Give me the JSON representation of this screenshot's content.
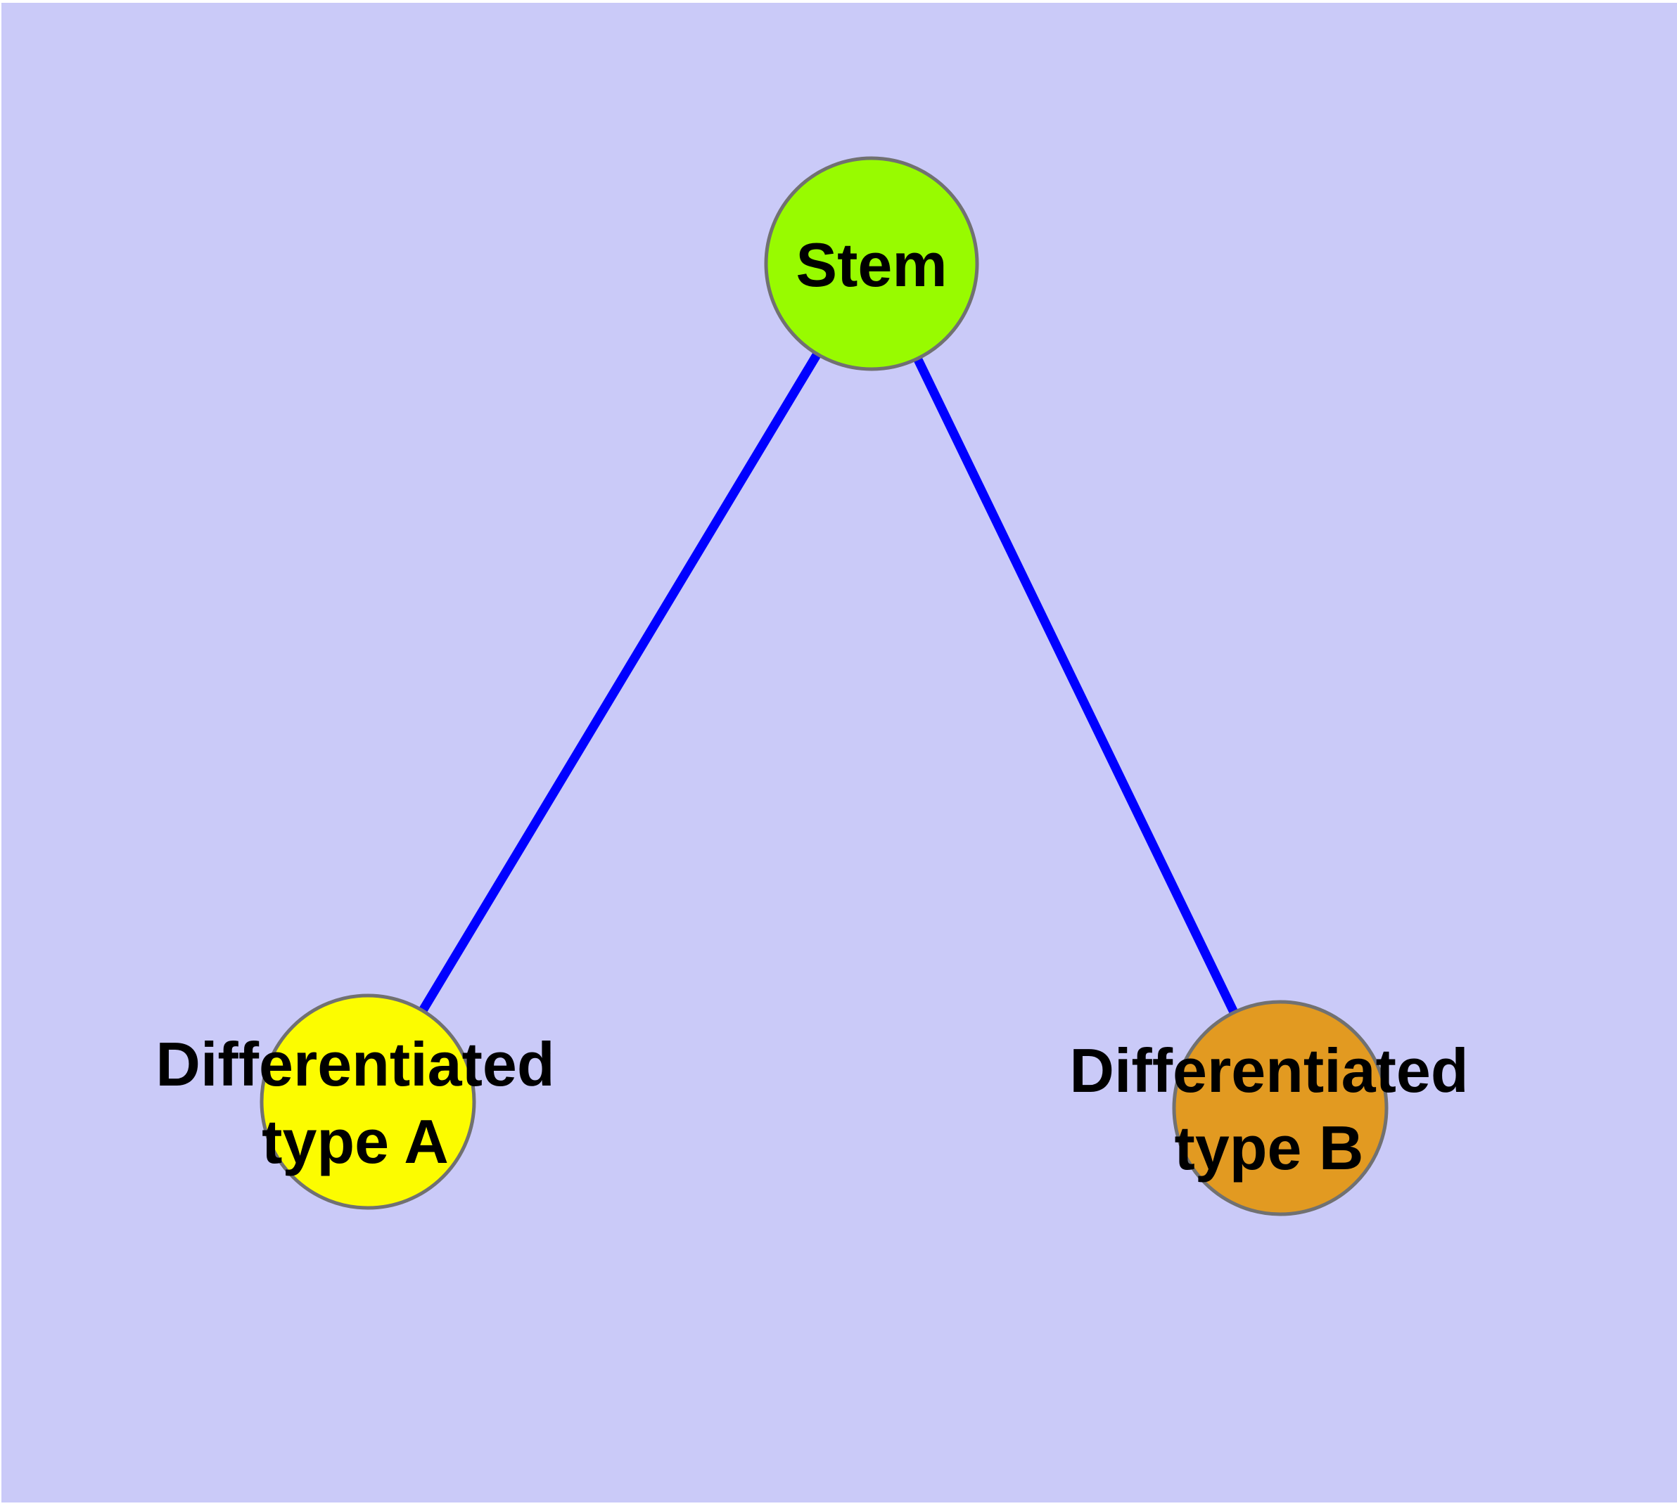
{
  "diagram": {
    "background_color": "#CACAF8",
    "edge_color": "#0000FF",
    "node_border_color": "#717171",
    "nodes": {
      "stem": {
        "label": "Stem",
        "color": "#98FB00"
      },
      "type_a": {
        "label_line1": "Differentiated",
        "label_line2": "type A",
        "color": "#FCFC00"
      },
      "type_b": {
        "label_line1": "Differentiated",
        "label_line2": "type B",
        "color": "#E29A21"
      }
    },
    "edges": [
      {
        "from": "Stem",
        "to": "Differentiated type A"
      },
      {
        "from": "Stem",
        "to": "Differentiated type B"
      }
    ]
  }
}
